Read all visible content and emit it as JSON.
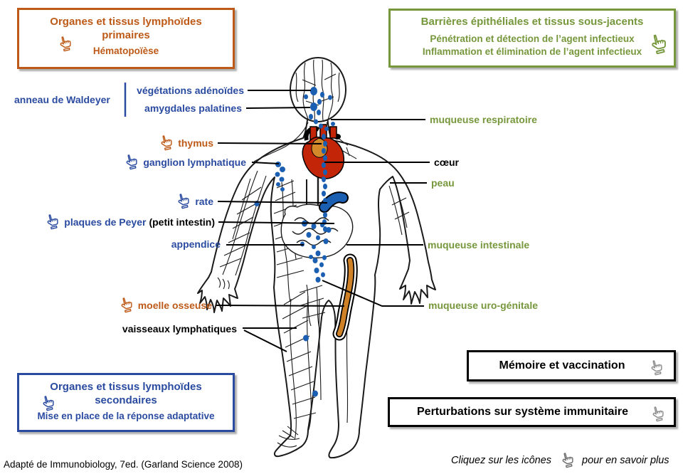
{
  "boxes": {
    "primary": {
      "title1": "Organes et tissus lymphoïdes",
      "title2": "primaires",
      "subtitle": "Hématopoïèse",
      "color": "#BD5A18"
    },
    "barriers": {
      "title": "Barrières épithéliales et tissus sous-jacents",
      "line1": "Pénétration et détection de l’agent infectieux",
      "line2": "Inflammation et élimination de l’agent infectieux",
      "color": "#76973B"
    },
    "secondary": {
      "title1": "Organes et tissus lymphoïdes",
      "title2": "secondaires",
      "subtitle": "Mise en place de la réponse adaptative",
      "color": "#2A4BA0"
    },
    "memory": {
      "label": "Mémoire et vaccination"
    },
    "perturbations": {
      "label": "Perturbations sur système immunitaire"
    }
  },
  "labels": {
    "waldeyer": "anneau de Waldeyer",
    "adenoids": "végétations adénoïdes",
    "tonsils": "amygdales palatines",
    "thymus": "thymus",
    "ganglion": "ganglion lymphatique",
    "rate": "rate",
    "peyer": "plaques de Peyer",
    "peyer_note": "(petit intestin)",
    "appendice": "appendice",
    "moelle": "moelle osseuse",
    "vaisseaux": "vaisseaux lymphatiques",
    "respiratoire": "muqueuse respiratoire",
    "coeur": "cœur",
    "peau": "peau",
    "intestinale": "muqueuse intestinale",
    "urogenitale": "muqueuse uro-génitale"
  },
  "footer": {
    "credit": "Adapté de Immunobiology, 7ed. (Garland Science 2008)",
    "hint_before": "Cliquez sur les icônes",
    "hint_after": "pour en savoir plus"
  },
  "colors": {
    "orange": "#BD5A18",
    "green": "#76973B",
    "blue": "#2A4BA0",
    "node_blue": "#1B5FB2",
    "heart_red": "#C32508",
    "bone_orange": "#CE8127",
    "black": "#000000"
  },
  "icons": {
    "hand": "hand-pointer-icon"
  }
}
